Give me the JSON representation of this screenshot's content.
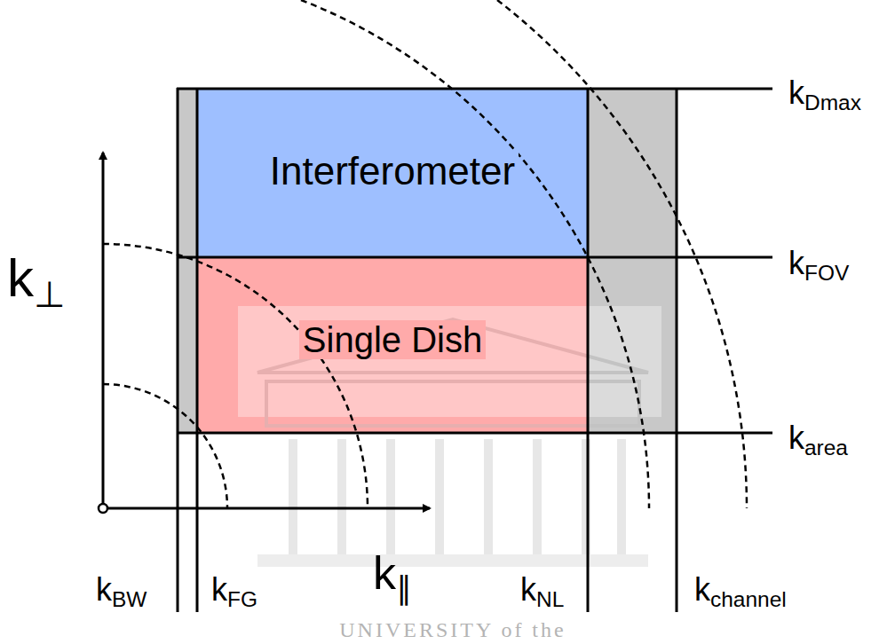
{
  "diagram": {
    "nodes": [
      {
        "text": [
          "Interferometer"
        ]
      },
      {
        "text": [
          "Single Dish"
        ]
      }
    ],
    "labels": [
      "kDmax",
      "kFOV",
      "karea",
      "kBW",
      "kFG",
      "kNL",
      "kchannel",
      "k⊥",
      "k∥",
      "UNIVERSITY of the"
    ]
  }
}
